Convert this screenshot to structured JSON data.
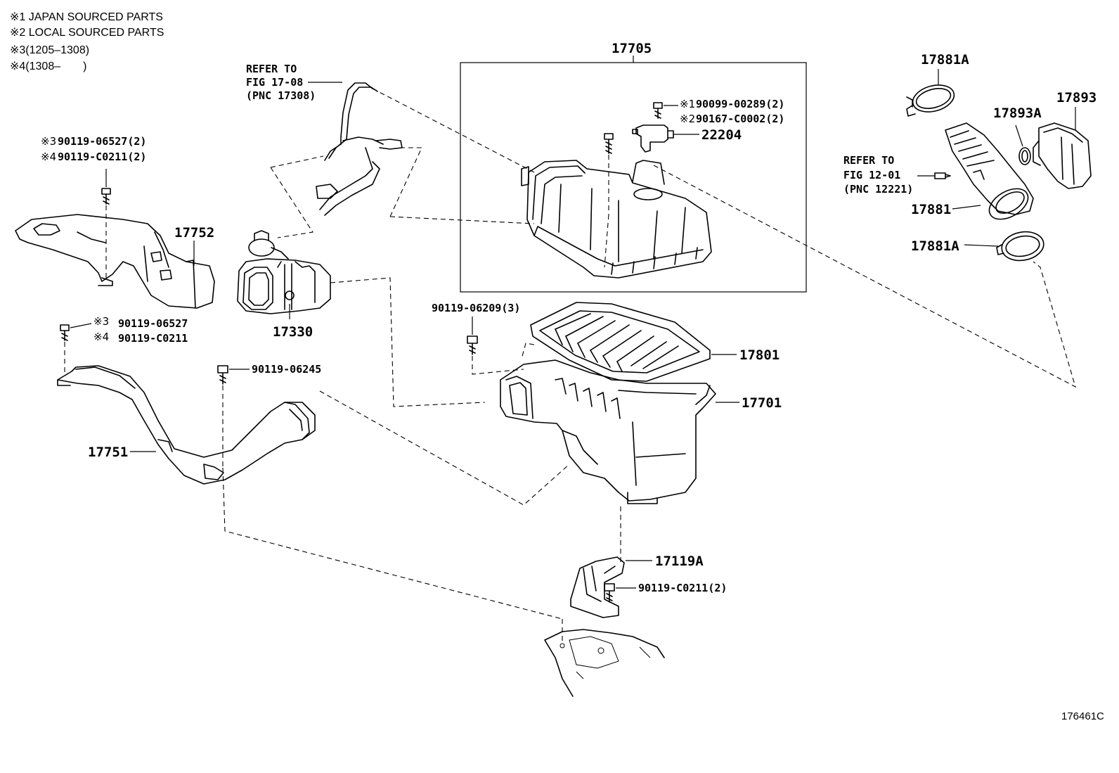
{
  "notes": [
    "※1 JAPAN SOURCED PARTS",
    "※2 LOCAL SOURCED PARTS",
    "※3(1205–1308)",
    "※4(1308–　　)"
  ],
  "figure_id": "176461C",
  "refs": {
    "fig1708": [
      "REFER TO",
      "FIG 17-08",
      "(PNC 17308)"
    ],
    "fig1201": [
      "REFER TO",
      "FIG 12-01",
      "(PNC 12221)"
    ]
  },
  "parts": {
    "p17705": "17705",
    "p22204": "22204",
    "p17881A_top": "17881A",
    "p17893": "17893",
    "p17893A": "17893A",
    "p17881": "17881",
    "p17881A_bot": "17881A",
    "p17752": "17752",
    "p17330": "17330",
    "p17801": "17801",
    "p17701": "17701",
    "p17751": "17751",
    "p17119A": "17119A"
  },
  "bolts": {
    "b1_sym": "※1",
    "b1": "90099-00289(2)",
    "b2_sym": "※2",
    "b2": "90167-C0002(2)",
    "b3_sym": "※3",
    "b3": "90119-06527(2)",
    "b4_sym": "※4",
    "b4": "90119-C0211(2)",
    "b5_sym": "※3",
    "b5": "90119-06527",
    "b6_sym": "※4",
    "b6": "90119-C0211",
    "b7": "90119-06245",
    "b8": "90119-06209(3)",
    "b9": "90119-C0211(2)"
  }
}
